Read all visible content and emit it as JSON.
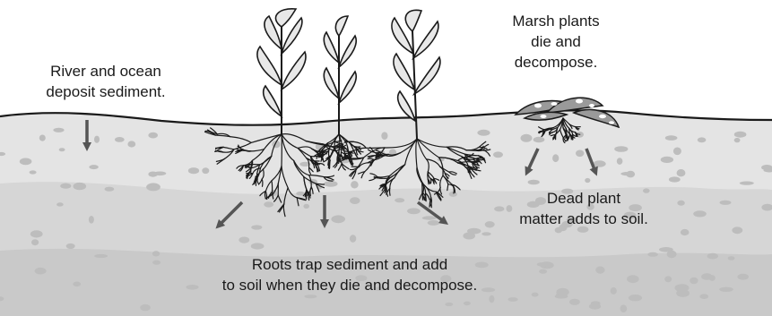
{
  "diagram": {
    "labels": {
      "sediment": {
        "lines": [
          "River and ocean",
          "deposit sediment."
        ]
      },
      "decompose": {
        "lines": [
          "Marsh plants",
          "die and",
          "decompose."
        ]
      },
      "dead_matter": {
        "lines": [
          "Dead plant",
          "matter adds to soil."
        ]
      },
      "roots": {
        "lines": [
          "Roots trap sediment and add",
          "to soil when they die and decompose."
        ]
      }
    },
    "colors": {
      "soil_top": "#e4e4e4",
      "soil_mid": "#d6d6d6",
      "soil_deep": "#c9c9c9",
      "pebble": "#bdbdbd",
      "plant_fill": "#e8e8e8",
      "outline": "#1a1a1a",
      "arrow": "#555555"
    }
  }
}
